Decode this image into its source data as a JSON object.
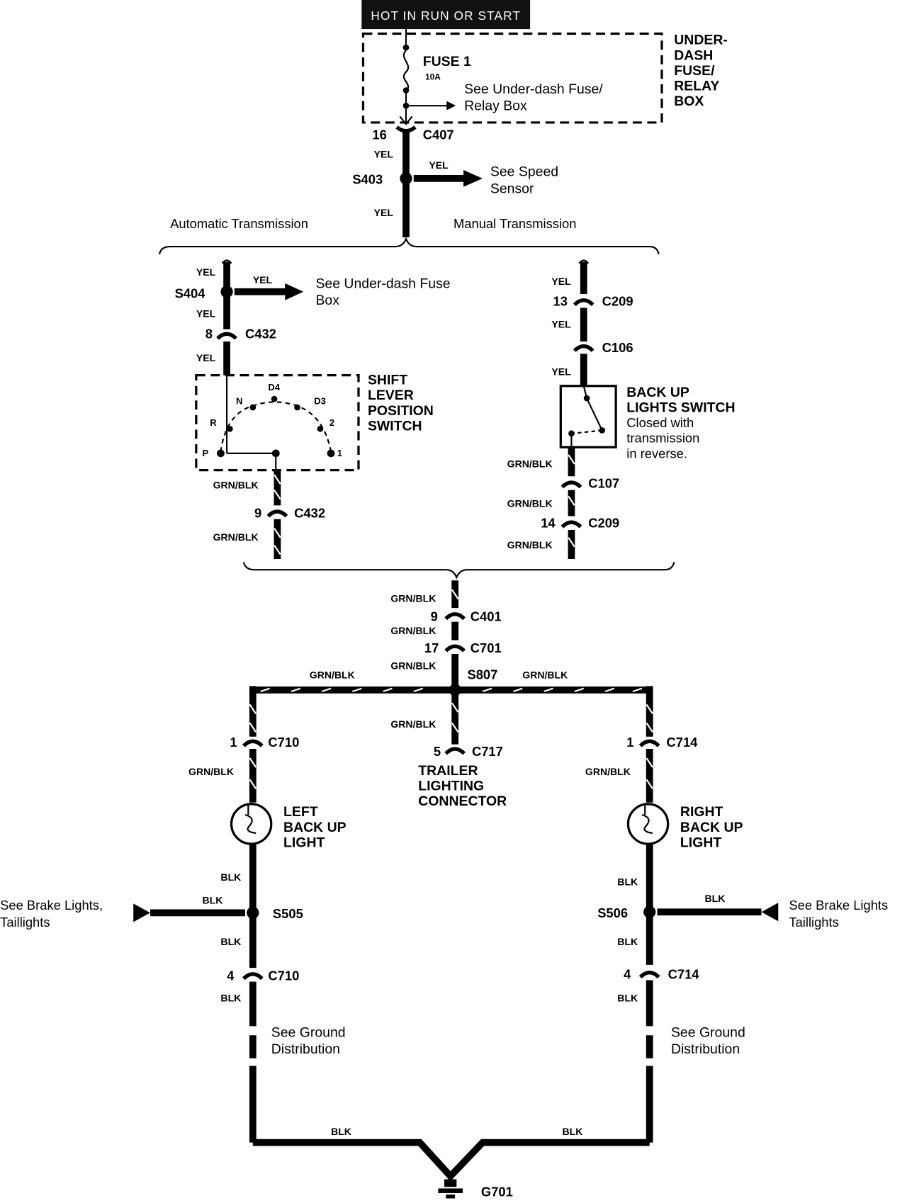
{
  "header": {
    "power_label": "HOT IN RUN OR START"
  },
  "fuse_box": {
    "title_lines": [
      "UNDER-",
      "DASH",
      "FUSE/",
      "RELAY",
      "BOX"
    ],
    "fuse_name": "FUSE 1",
    "fuse_rating": "10A",
    "ref_lines": [
      "See Under-dash Fuse/",
      "Relay Box"
    ]
  },
  "top": {
    "c407_pin": "16",
    "c407": "C407",
    "wire_yel": "YEL",
    "s403": "S403",
    "speed_ref_lines": [
      "See Speed",
      "Sensor"
    ],
    "auto_label": "Automatic Transmission",
    "manual_label": "Manual Transmission"
  },
  "auto": {
    "s404": "S404",
    "fuse_ref_lines": [
      "See Under-dash Fuse",
      "Box"
    ],
    "c432_top_pin": "8",
    "c432": "C432",
    "switch_title_lines": [
      "SHIFT",
      "LEVER",
      "POSITION",
      "SWITCH"
    ],
    "positions": [
      "D4",
      "N",
      "D3",
      "R",
      "2",
      "P",
      "1"
    ],
    "c432_bot_pin": "9",
    "wire_grnblk": "GRN/BLK"
  },
  "manual": {
    "c209_top_pin": "13",
    "c209": "C209",
    "c106": "C106",
    "switch_title_lines": [
      "BACK UP",
      "LIGHTS SWITCH"
    ],
    "switch_desc_lines": [
      "Closed with",
      "transmission",
      "in reverse."
    ],
    "c107": "C107",
    "c209_bot_pin": "14"
  },
  "middle": {
    "c401_pin": "9",
    "c401": "C401",
    "c701_pin": "17",
    "c701": "C701",
    "s807": "S807",
    "c717_pin": "5",
    "c717": "C717",
    "trailer_lines": [
      "TRAILER",
      "LIGHTING",
      "CONNECTOR"
    ]
  },
  "left": {
    "c710_pin_top": "1",
    "c710": "C710",
    "light_lines": [
      "LEFT",
      "BACK UP",
      "LIGHT"
    ],
    "wire_blk": "BLK",
    "s505": "S505",
    "brake_ref_lines": [
      "See Brake Lights,",
      "Taillights"
    ],
    "c710_pin_bot": "4",
    "ground_ref_lines": [
      "See Ground",
      "Distribution"
    ]
  },
  "right": {
    "c714_pin_top": "1",
    "c714": "C714",
    "light_lines": [
      "RIGHT",
      "BACK UP",
      "LIGHT"
    ],
    "s506": "S506",
    "brake_ref_lines": [
      "See Brake Lights",
      "Taillights"
    ],
    "c714_pin_bot": "4",
    "ground_ref_lines": [
      "See Ground",
      "Distribution"
    ]
  },
  "ground": {
    "g701": "G701"
  }
}
